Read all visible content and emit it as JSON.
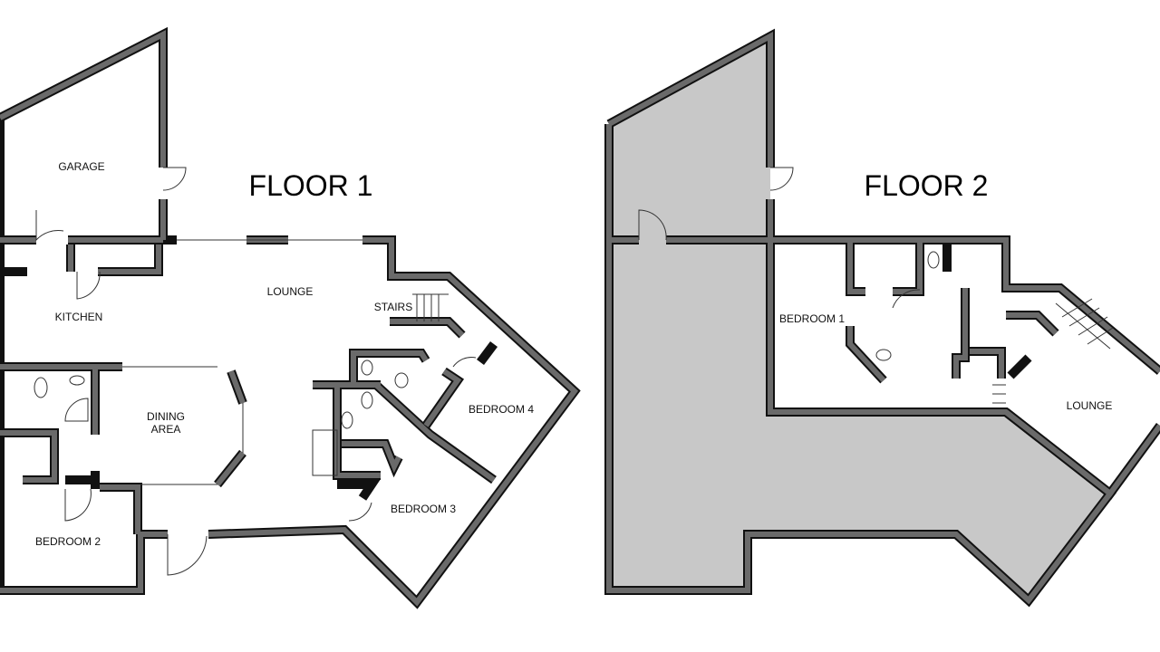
{
  "floor1": {
    "title": "FLOOR 1",
    "rooms": {
      "garage": "GARAGE",
      "kitchen": "KITCHEN",
      "lounge": "LOUNGE",
      "stairs": "STAIRS",
      "dining_line1": "DINING",
      "dining_line2": "AREA",
      "bedroom2": "BEDROOM 2",
      "bedroom3": "BEDROOM 3",
      "bedroom4": "BEDROOM 4"
    }
  },
  "floor2": {
    "title": "FLOOR 2",
    "rooms": {
      "bedroom1": "BEDROOM 1",
      "lounge": "LOUNGE"
    }
  },
  "colors": {
    "wall": "#6a6a6a",
    "wall_outline": "#111111",
    "void_fill": "#c8c8c8"
  }
}
